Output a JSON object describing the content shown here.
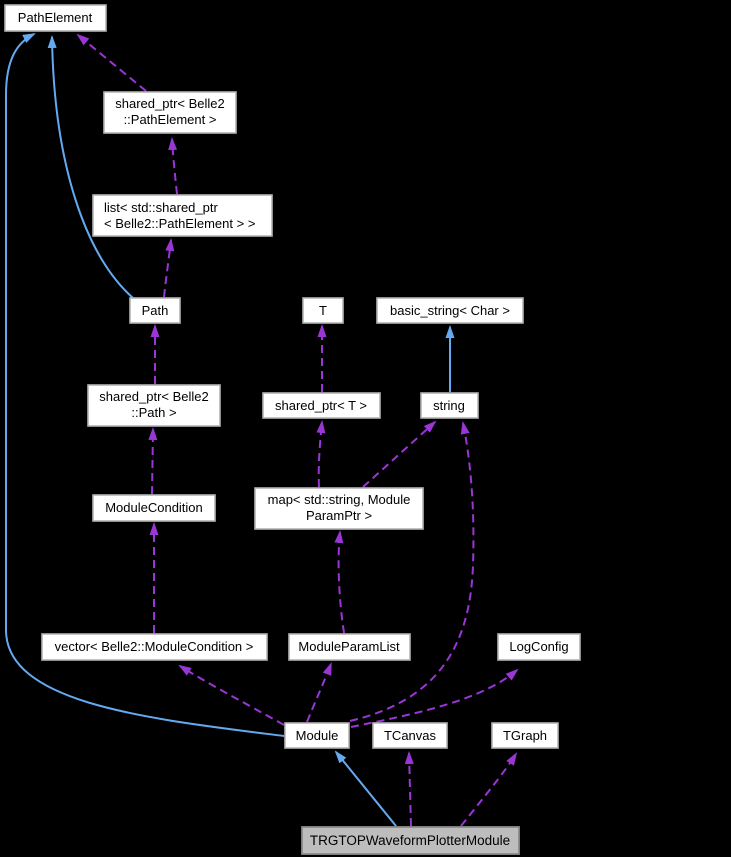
{
  "diagram_type": "doxygen-collaboration-graph",
  "colors": {
    "background": "#000000",
    "node_fill": "#ffffff",
    "node_border": "#b4b4b4",
    "highlight_node_fill": "#bdbdbd",
    "inheritance_edge": "#64aaf0",
    "usage_edge": "#9a35d6",
    "text": "#000000"
  },
  "nodes": {
    "pathelement": {
      "label": "PathElement"
    },
    "shared_ptr_pathelement": {
      "line1": "shared_ptr< Belle2",
      "line2": "::PathElement >"
    },
    "list_shared_ptr": {
      "line1": "list< std::shared_ptr",
      "line2": "< Belle2::PathElement > >"
    },
    "path": {
      "label": "Path"
    },
    "t": {
      "label": "T"
    },
    "basic_string": {
      "label": "basic_string< Char >"
    },
    "shared_ptr_path": {
      "line1": "shared_ptr< Belle2",
      "line2": "::Path >"
    },
    "shared_ptr_t": {
      "label": "shared_ptr< T >"
    },
    "string": {
      "label": "string"
    },
    "modulecondition": {
      "label": "ModuleCondition"
    },
    "map_moduleparamptr": {
      "line1": "map< std::string, Module",
      "line2": "ParamPtr >"
    },
    "vector_modulecondition": {
      "label": "vector< Belle2::ModuleCondition >"
    },
    "moduleparamlist": {
      "label": "ModuleParamList"
    },
    "logconfig": {
      "label": "LogConfig"
    },
    "module": {
      "label": "Module"
    },
    "tcanvas": {
      "label": "TCanvas"
    },
    "tgraph": {
      "label": "TGraph"
    },
    "trgtop": {
      "label": "TRGTOPWaveformPlotterModule"
    }
  },
  "edges": [
    {
      "from": "Path",
      "to": "PathElement",
      "type": "inheritance"
    },
    {
      "from": "Module",
      "to": "PathElement",
      "type": "inheritance"
    },
    {
      "from": "string",
      "to": "basic_string< Char >",
      "type": "inheritance"
    },
    {
      "from": "TRGTOPWaveformPlotterModule",
      "to": "Module",
      "type": "inheritance"
    },
    {
      "from": "shared_ptr< Belle2::PathElement >",
      "to": "PathElement",
      "type": "usage"
    },
    {
      "from": "list< std::shared_ptr< Belle2::PathElement > >",
      "to": "shared_ptr< Belle2::PathElement >",
      "type": "usage"
    },
    {
      "from": "Path",
      "to": "list< std::shared_ptr< Belle2::PathElement > >",
      "type": "usage"
    },
    {
      "from": "shared_ptr< Belle2::Path >",
      "to": "Path",
      "type": "usage"
    },
    {
      "from": "ModuleCondition",
      "to": "shared_ptr< Belle2::Path >",
      "type": "usage"
    },
    {
      "from": "vector< Belle2::ModuleCondition >",
      "to": "ModuleCondition",
      "type": "usage"
    },
    {
      "from": "Module",
      "to": "vector< Belle2::ModuleCondition >",
      "type": "usage"
    },
    {
      "from": "shared_ptr< T >",
      "to": "T",
      "type": "usage"
    },
    {
      "from": "map< std::string, ModuleParamPtr >",
      "to": "shared_ptr< T >",
      "type": "usage"
    },
    {
      "from": "map< std::string, ModuleParamPtr >",
      "to": "string",
      "type": "usage"
    },
    {
      "from": "ModuleParamList",
      "to": "map< std::string, ModuleParamPtr >",
      "type": "usage"
    },
    {
      "from": "Module",
      "to": "ModuleParamList",
      "type": "usage"
    },
    {
      "from": "Module",
      "to": "string",
      "type": "usage"
    },
    {
      "from": "Module",
      "to": "LogConfig",
      "type": "usage"
    },
    {
      "from": "TRGTOPWaveformPlotterModule",
      "to": "TCanvas",
      "type": "usage"
    },
    {
      "from": "TRGTOPWaveformPlotterModule",
      "to": "TGraph",
      "type": "usage"
    }
  ]
}
